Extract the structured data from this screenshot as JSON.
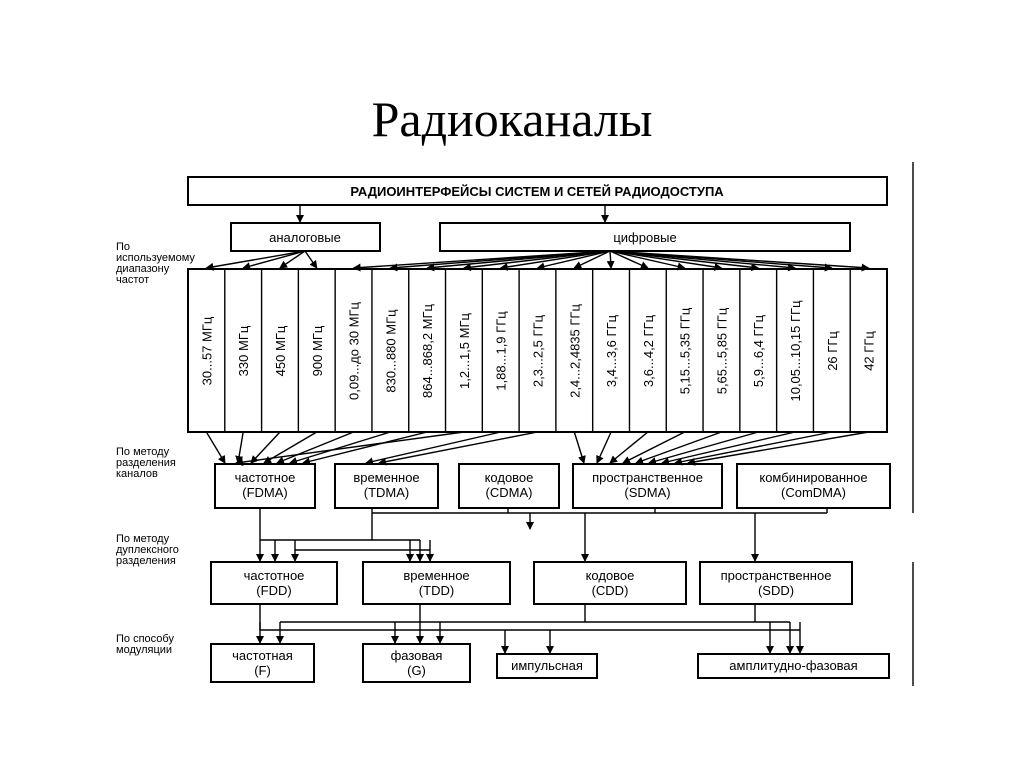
{
  "title": "Радиоканалы",
  "top_box": "РАДИОИНТЕРФЕЙСЫ СИСТЕМ И СЕТЕЙ РАДИОДОСТУПА",
  "level1": [
    "аналоговые",
    "цифровые"
  ],
  "side_labels": {
    "frequency": [
      "По",
      "используемому",
      "диапазону",
      "частот"
    ],
    "separation": [
      "По методу",
      "разделения",
      "каналов"
    ],
    "duplex": [
      "По методу",
      "дуплексного",
      "разделения"
    ],
    "modulation": [
      "По способу",
      "модуляции"
    ]
  },
  "frequencies": [
    "30...57 МГц",
    "330 МГц",
    "450 МГц",
    "900 МГц",
    "0,09...до 30 МГц",
    "830...880 МГц",
    "864...868,2 МГц",
    "1,2...1,5 МГц",
    "1,88...1,9 ГГц",
    "2,3...2,5 ГГц",
    "2,4...2,4835 ГГц",
    "3,4...3,6 ГГц",
    "3,6...4,2 ГГц",
    "5,15...5,35 ГГц",
    "5,65...5,85 ГГц",
    "5,9...6,4 ГГц",
    "10,05...10,15 ГГц",
    "26 ГГц",
    "42 ГГц"
  ],
  "separation": [
    [
      "частотное",
      "(FDMA)"
    ],
    [
      "временное",
      "(TDMA)"
    ],
    [
      "кодовое",
      "(CDMA)"
    ],
    [
      "пространственное",
      "(SDMA)"
    ],
    [
      "комбинированное",
      "(ComDMA)"
    ]
  ],
  "duplex": [
    [
      "частотное",
      "(FDD)"
    ],
    [
      "временное",
      "(TDD)"
    ],
    [
      "кодовое",
      "(CDD)"
    ],
    [
      "пространственное",
      "(SDD)"
    ]
  ],
  "modulation": [
    [
      "частотная",
      "(F)"
    ],
    [
      "фазовая",
      "(G)"
    ],
    [
      "импульсная"
    ],
    [
      "амплитудно-фазовая"
    ]
  ]
}
